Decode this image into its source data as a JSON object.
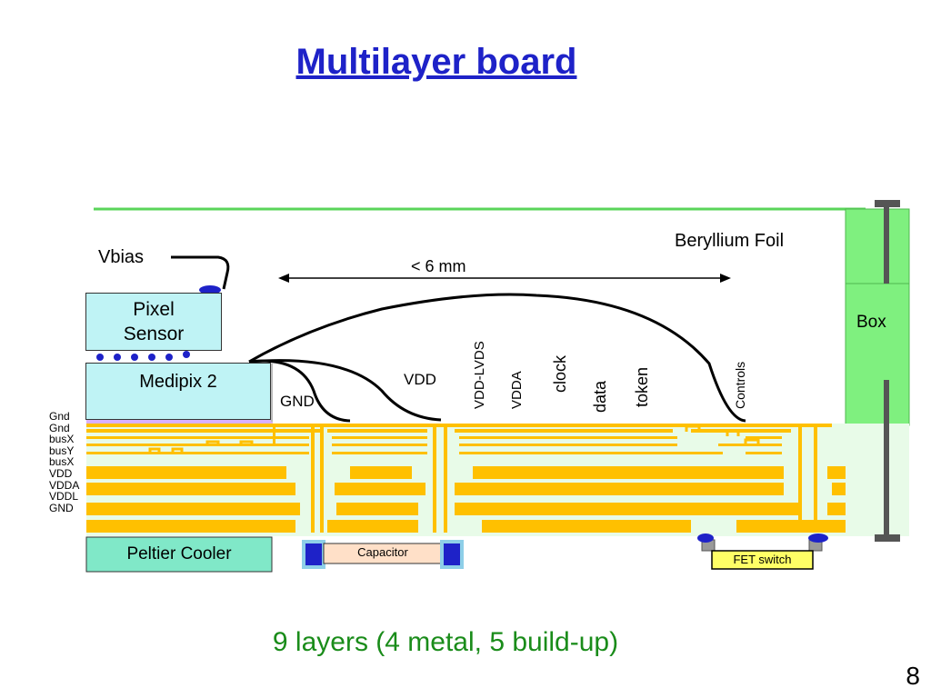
{
  "title": "Multilayer board",
  "subtitle": "9 layers (4 metal, 5 build-up)",
  "page_number": "8",
  "labels": {
    "beryllium_foil": "Beryllium Foil",
    "box": "Box",
    "vbias": "Vbias",
    "distance": "< 6 mm",
    "pixel_sensor_line1": "Pixel",
    "pixel_sensor_line2": "Sensor",
    "medipix": "Medipix 2",
    "gnd_wire": "GND",
    "vdd_wire": "VDD",
    "peltier": "Peltier Cooler",
    "capacitor": "Capacitor",
    "fet_switch": "FET switch"
  },
  "wire_labels": [
    "VDD-LVDS",
    "VDDA",
    "clock",
    "data",
    "token",
    "Controls"
  ],
  "layer_labels": [
    "Gnd",
    "Gnd",
    "busX",
    "busY",
    "busX",
    "VDD",
    "VDDA",
    "VDDL",
    "GND"
  ],
  "colors": {
    "title": "#1e22c8",
    "subtitle": "#1a8c1a",
    "metal": "#ffc000",
    "board_bg": "#e8fbe8",
    "box_green": "#7ff07f",
    "chip_fill": "#bff3f5",
    "peltier_fill": "#80e8c8",
    "bump": "#1e22c8"
  }
}
